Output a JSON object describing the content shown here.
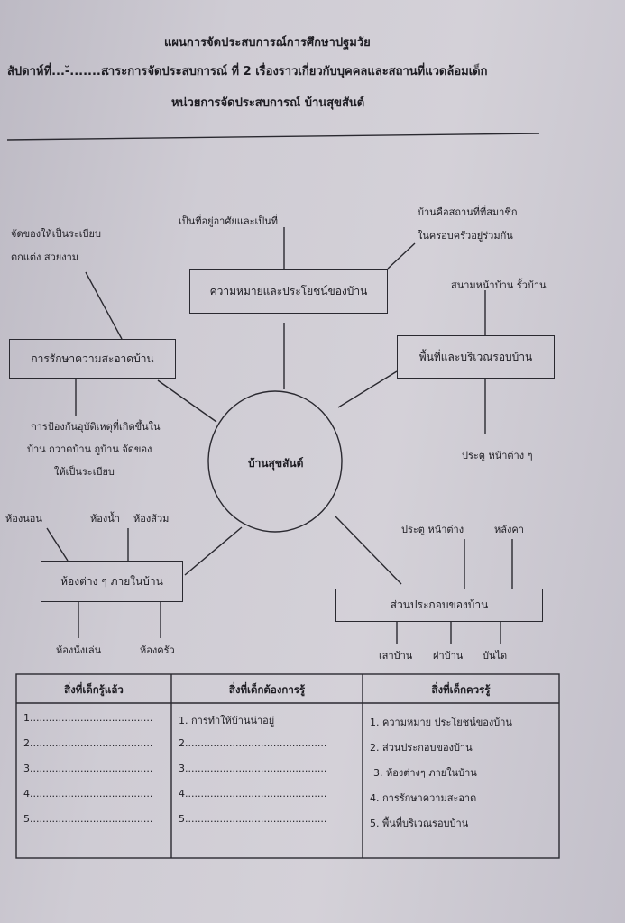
{
  "header": {
    "line1": "แผนการจัดประสบการณ์การศึกษาปฐมวัย",
    "line2_week": "สัปดาห์ที่...-̆.........",
    "line2_subject": "สาระการจัดประสบการณ์ ที่   2   เรื่องราวเกี่ยวกับบุคคลและสถานที่แวดล้อมเด็ก",
    "line3": "หน่วยการจัดประสบการณ์    บ้านสุขสันต์"
  },
  "diagram": {
    "center": "บ้านสุขสันต์",
    "nodes": {
      "meaning": "ความหมายและประโยชน์ของบ้าน",
      "area": "พื้นที่และบริเวณรอบบ้าน",
      "cleaning": "การรักษาความสะอาดบ้าน",
      "rooms": "ห้องต่าง ๆ ภายในบ้าน",
      "parts": "ส่วนประกอบของบ้าน"
    },
    "leaves": {
      "meaning_top": "เป็นที่อยู่อาศัยและเป็นที่",
      "meaning_right_1": "บ้านคือสถานที่ที่สมาชิก",
      "meaning_right_2": "ในครอบครัวอยู่ร่วมกัน",
      "area_top": "สนามหน้าบ้าน  รั้วบ้าน",
      "area_bottom": "ประตู   หน้าต่าง ๆ",
      "cleaning_top_1": "จัดของให้เป็นระเบียบ",
      "cleaning_top_2": "ตกแต่ง สวยงาม",
      "cleaning_bottom_1": "การป้องกันอุบัติเหตุที่เกิดขึ้นใน",
      "cleaning_bottom_2": "บ้าน   กวาดบ้าน ถูบ้าน  จัดของ",
      "cleaning_bottom_3": "ให้เป็นระเบียบ",
      "rooms_bedroom": "ห้องนอน",
      "rooms_bath": "ห้องน้ำ",
      "rooms_toilet": "ห้องส้วม",
      "rooms_living": "ห้องนั่งเล่น",
      "rooms_kitchen": "ห้องครัว",
      "parts_doorwin": "ประตู หน้าต่าง",
      "parts_roof": "หลังคา",
      "parts_pillar": "เสาบ้าน",
      "parts_wall": "ฝาบ้าน",
      "parts_stair": "บันได"
    }
  },
  "table": {
    "headers": [
      "สิ่งที่เด็กรู้แล้ว",
      "สิ่งที่เด็กต้องการรู้",
      "สิ่งที่เด็กควรรู้"
    ],
    "col1": [
      "1.......................................",
      "2.......................................",
      "3.......................................",
      "4.......................................",
      "5......................................."
    ],
    "col2": [
      "1. การทำให้บ้านน่าอยู่",
      "2.............................................",
      "3.............................................",
      "4.............................................",
      "5............................................."
    ],
    "col3": [
      "1. ความหมาย  ประโยชน์ของบ้าน",
      "2. ส่วนประกอบของบ้าน",
      "3. ห้องต่างๆ ภายในบ้าน",
      "4. การรักษาความสะอาด",
      "5. พื้นที่บริเวณรอบบ้าน"
    ]
  }
}
